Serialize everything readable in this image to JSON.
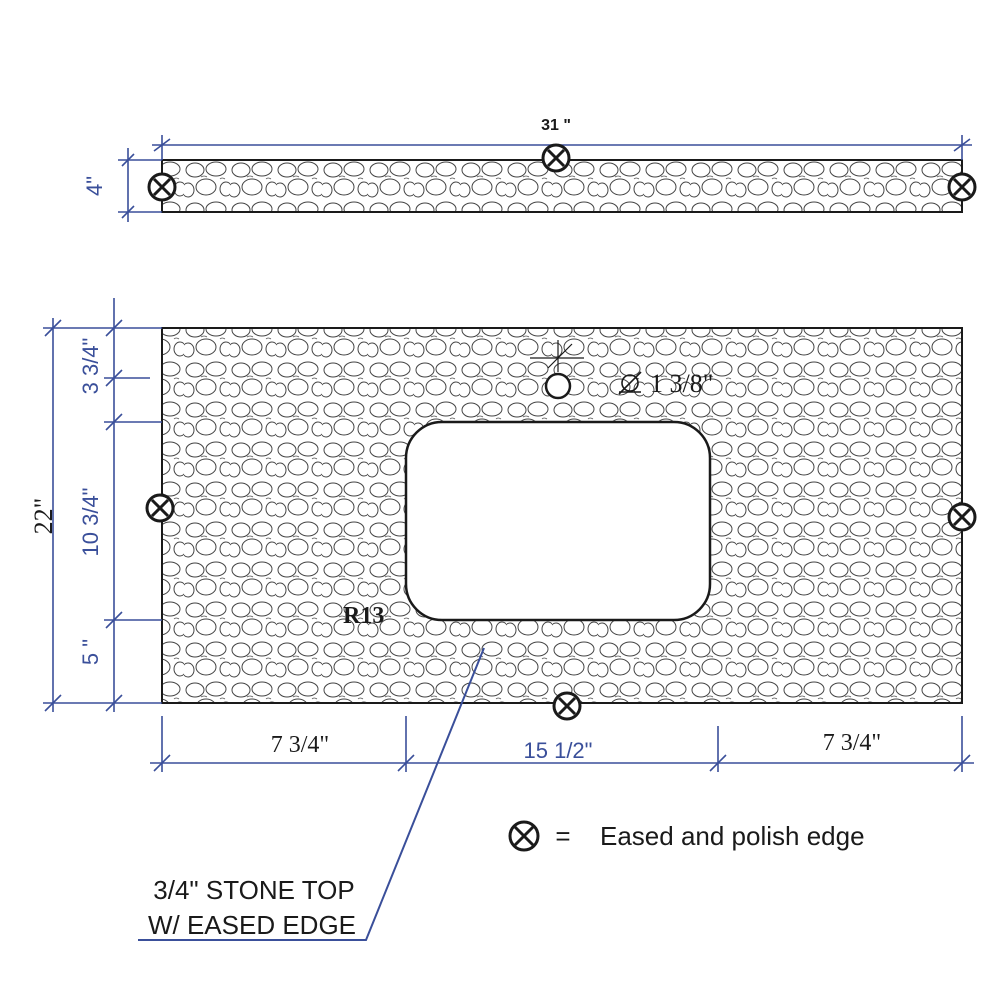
{
  "backsplash": {
    "width_label": "31 \"",
    "height_label": "4\""
  },
  "top": {
    "height_total_label": "22\"",
    "back_gap_label": "3 3/4\"",
    "sink_depth_label": "10 3/4\"",
    "front_gap_label": "5 \"",
    "left_margin_label": "7 3/4\"",
    "sink_width_label": "15 1/2\"",
    "right_margin_label": "7 3/4\"",
    "faucet_hole_label": "1 3/8\"",
    "corner_radius_label": "R13"
  },
  "legend": {
    "equals": "=",
    "description": "Eased and polish edge"
  },
  "callout": {
    "line1": "3/4\" STONE TOP",
    "line2": "W/ EASED EDGE"
  },
  "colors": {
    "dimension": "#3a4f9a",
    "outline": "#1a1a1a"
  }
}
